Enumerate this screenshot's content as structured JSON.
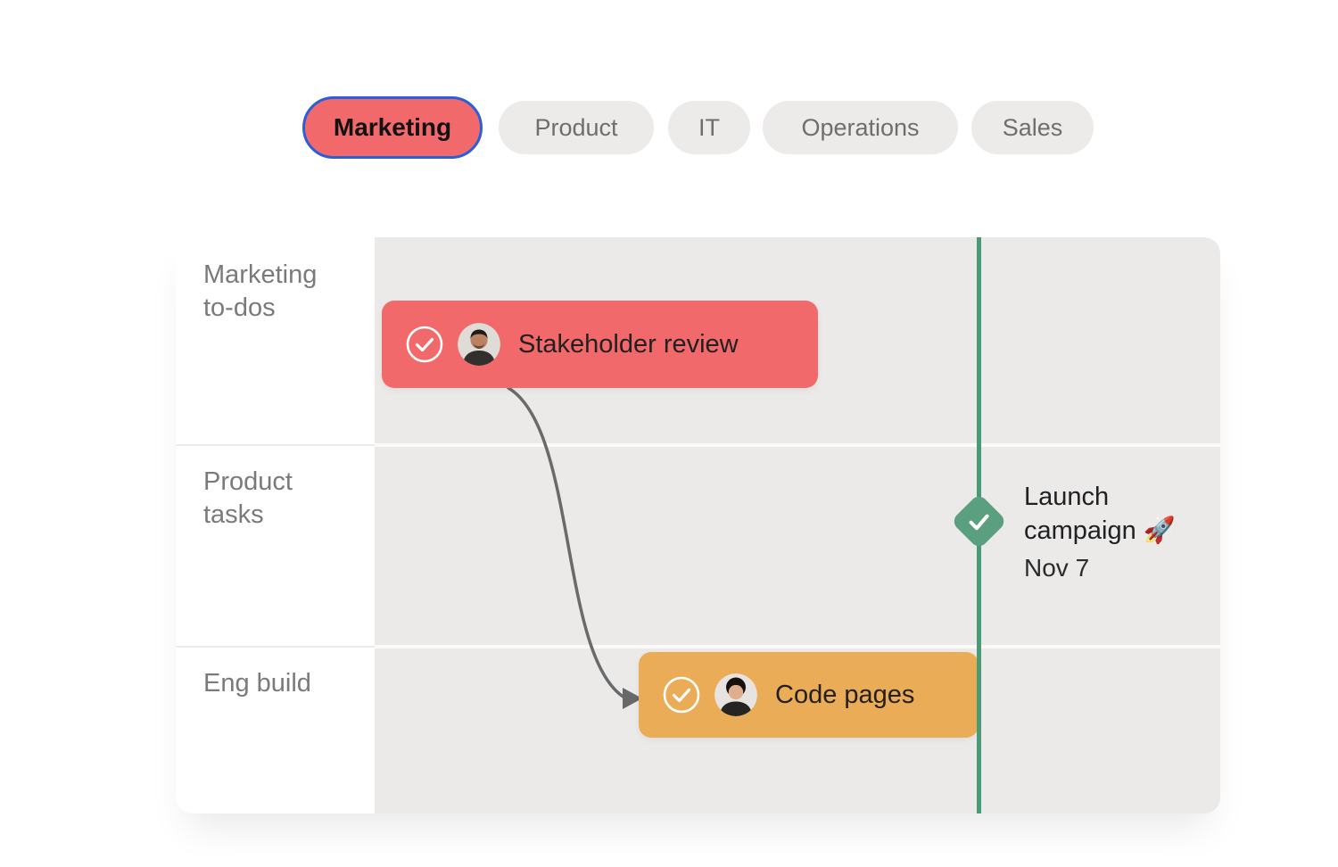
{
  "tabs": [
    {
      "label": "Marketing",
      "selected": true
    },
    {
      "label": "Product",
      "selected": false
    },
    {
      "label": "IT",
      "selected": false
    },
    {
      "label": "Operations",
      "selected": false
    },
    {
      "label": "Sales",
      "selected": false
    }
  ],
  "timeline": {
    "rows": [
      {
        "label": "Marketing to-dos"
      },
      {
        "label": "Product tasks"
      },
      {
        "label": "Eng build"
      }
    ],
    "tasks": [
      {
        "title": "Stakeholder review",
        "row": "Marketing to-dos",
        "completed": true,
        "bar_color": "#F2696B",
        "assignee_avatar": "man-short-hair-beard"
      },
      {
        "title": "Code pages",
        "row": "Eng build",
        "completed": true,
        "bar_color": "#EBAC58",
        "assignee_avatar": "person-dark-bob-hair"
      }
    ],
    "milestone": {
      "title": "Launch campaign 🚀",
      "date": "Nov 7",
      "row": "Product tasks",
      "completed": true,
      "color": "#5AA080"
    },
    "dependency": {
      "from_task": "Stakeholder review",
      "to_task": "Code pages"
    }
  },
  "colors": {
    "selected_tab_fill": "#F2696B",
    "selected_tab_border": "#2B5ED9",
    "tab_fill": "#EDEBE9",
    "tab_text": "#6E6E70",
    "chart_background": "#EBEAE8",
    "label_column_background": "#FFFFFF",
    "row_label_text": "#7A7A7D",
    "task_red": "#F2696B",
    "task_orange": "#EBAC58",
    "milestone_green": "#5AA080",
    "milestone_line_green": "#4A9A76",
    "dependency_arrow": "#696A6C",
    "task_title_text": "#222021"
  }
}
